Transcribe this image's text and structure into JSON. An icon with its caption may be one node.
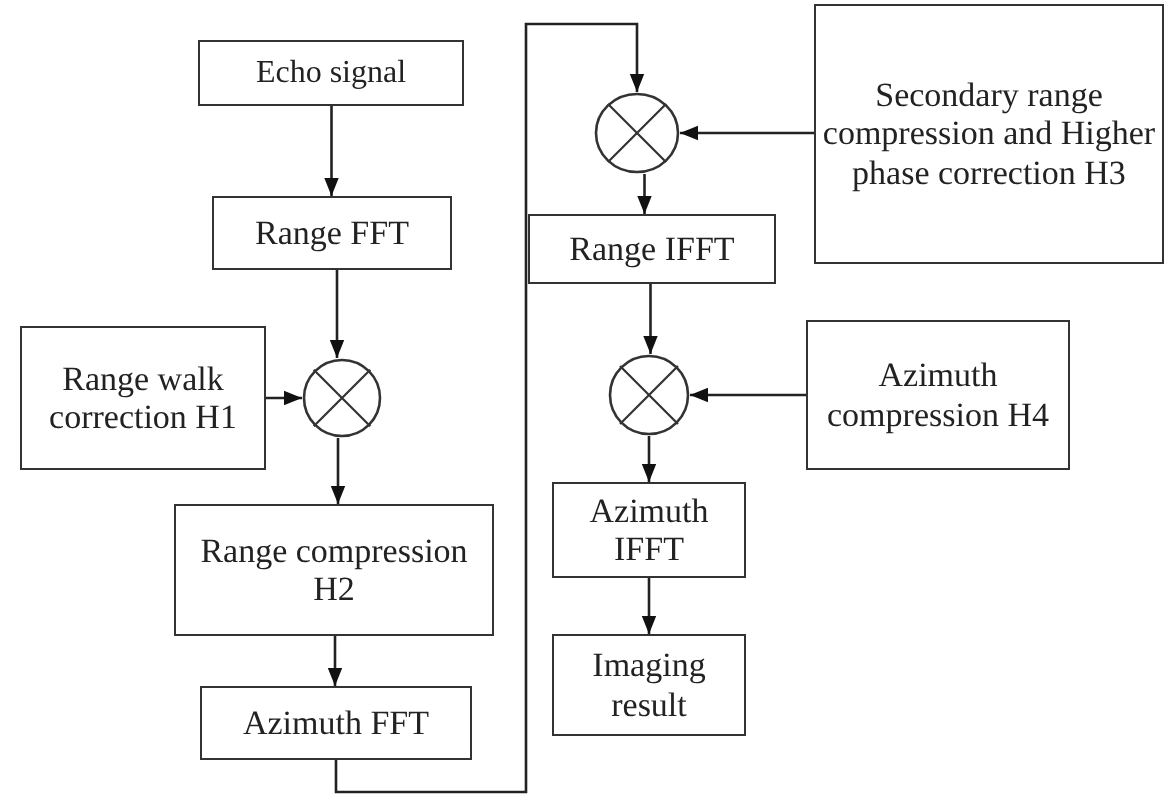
{
  "diagram": {
    "nodes": [
      {
        "text": [
          "Echo signal"
        ]
      },
      {
        "text": [
          "Range FFT"
        ]
      },
      {
        "text": [
          "Range walk correction H1"
        ]
      },
      {
        "text": [],
        "shape": "circle"
      },
      {
        "text": [
          "Range compression H2"
        ]
      },
      {
        "text": [
          "Azimuth FFT"
        ]
      },
      {
        "text": [],
        "shape": "circle"
      },
      {
        "text": [
          "Range IFFT"
        ]
      },
      {
        "text": [
          "Secondary range compression and Higher phase correction H3"
        ]
      },
      {
        "text": [],
        "shape": "circle"
      },
      {
        "text": [
          "Azimuth compression H4"
        ]
      },
      {
        "text": [
          "Azimuth IFFT"
        ]
      },
      {
        "text": [
          "Imaging result"
        ]
      }
    ],
    "edges": [
      {
        "from": 0,
        "to": 1,
        "arrow": "to"
      },
      {
        "from": 1,
        "to": 3,
        "arrow": "to"
      },
      {
        "from": 2,
        "to": 3,
        "arrow": "to"
      },
      {
        "from": 3,
        "to": 4,
        "arrow": "to"
      },
      {
        "from": 4,
        "to": 5,
        "arrow": "to"
      },
      {
        "from": 5,
        "to": 6,
        "arrow": "to"
      },
      {
        "from": 8,
        "to": 6,
        "arrow": "to"
      },
      {
        "from": 6,
        "to": 7,
        "arrow": "to"
      },
      {
        "from": 7,
        "to": 9,
        "arrow": "to"
      },
      {
        "from": 10,
        "to": 9,
        "arrow": "to"
      },
      {
        "from": 9,
        "to": 11,
        "arrow": "to"
      },
      {
        "from": 11,
        "to": 12,
        "arrow": "to"
      }
    ]
  }
}
